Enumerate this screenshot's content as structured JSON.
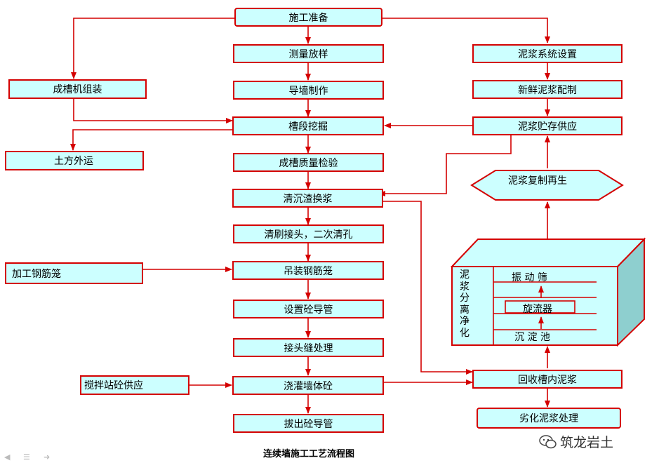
{
  "diagram": {
    "title": "连续墙施工工艺流程图",
    "watermark": "筑龙岩土",
    "colors": {
      "box_fill": "#ccffff",
      "line": "#d40000"
    },
    "center": [
      "施工准备",
      "测量放样",
      "导墙制作",
      "槽段挖掘",
      "成槽质量检验",
      "清沉渣换浆",
      "清刷接头，二次清孔",
      "吊装钢筋笼",
      "设置砼导管",
      "接头缝处理",
      "浇灌墙体砼",
      "拔出砼导管"
    ],
    "left": [
      "成槽机组装",
      "土方外运",
      "加工钢筋笼",
      "搅拌站砼供应"
    ],
    "right": [
      "泥浆系统设置",
      "新鲜泥浆配制",
      "泥浆贮存供应",
      "泥浆复制再生",
      "回收槽内泥浆",
      "劣化泥浆处理"
    ],
    "separation_unit": {
      "label": "泥浆分离净化",
      "parts": [
        "振 动 筛",
        "旋流器",
        "沉 淀 池"
      ]
    }
  }
}
